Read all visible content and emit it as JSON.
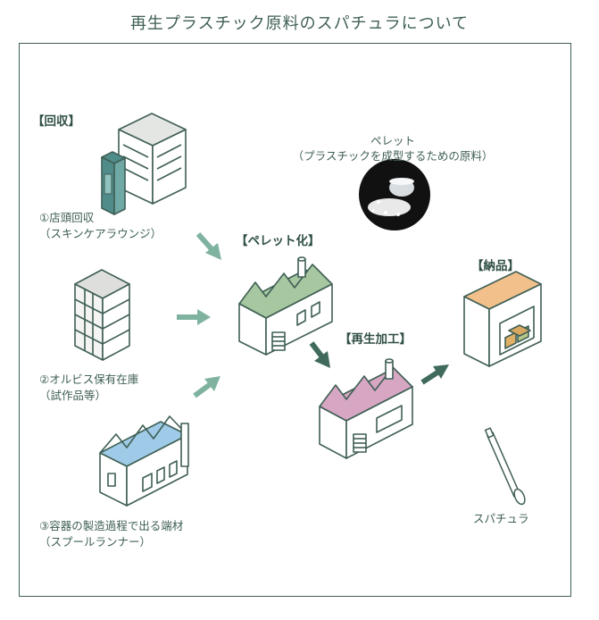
{
  "title": "再生プラスチック原料のスパチュラについて",
  "sections": {
    "collection": "【回収】",
    "pelletize": "【ペレット化】",
    "recycle": "【再生加工】",
    "delivery": "【納品】"
  },
  "sources": [
    {
      "line1": "①店頭回収",
      "line2": "（スキンケアラウンジ）"
    },
    {
      "line1": "②オルビス保有在庫",
      "line2": "（試作品等）"
    },
    {
      "line1": "③容器の製造過程で出る端材",
      "line2": "（スプールランナー）"
    }
  ],
  "pellet": {
    "label": "ペレット",
    "sublabel": "（プラスチックを成型するための原料）"
  },
  "product": "スパチュラ",
  "colors": {
    "frame": "#3f5f55",
    "arrow_light": "#7fb3a0",
    "arrow_dark": "#3f6a5c",
    "factory_green": "#a6c7a0",
    "factory_pink": "#d7a6c3",
    "factory_blue": "#9fcbe8",
    "warehouse_orange": "#f2c08b"
  },
  "icons": [
    "store-building-icon",
    "warehouse-building-icon",
    "small-factory-icon",
    "pellet-factory-icon",
    "recycling-factory-icon",
    "delivery-warehouse-icon",
    "pellet-photo-icon",
    "spatula-icon"
  ]
}
